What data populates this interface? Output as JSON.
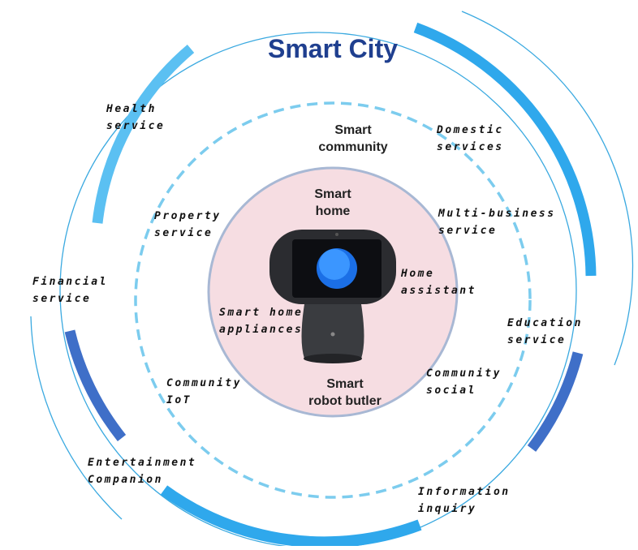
{
  "title": "Smart City",
  "zones": {
    "community": [
      "Smart",
      "community"
    ],
    "home": [
      "Smart",
      "home"
    ],
    "butler": [
      "Smart",
      "robot butler"
    ]
  },
  "services": {
    "health": [
      "Health",
      "service"
    ],
    "domestic": [
      "Domestic",
      "services"
    ],
    "property": [
      "Property",
      "service"
    ],
    "multi_business": [
      "Multi-business",
      "service"
    ],
    "home_assistant": [
      "Home",
      "assistant"
    ],
    "financial": [
      "Financial",
      "service"
    ],
    "appliances": [
      "Smart home",
      "appliances"
    ],
    "education": [
      "Education",
      "service"
    ],
    "community_iot": [
      "Community",
      "IoT"
    ],
    "community_social": [
      "Community",
      "social"
    ],
    "entertainment": [
      "Entertainment",
      "Companion"
    ],
    "information": [
      "Information",
      "inquiry"
    ]
  },
  "colors": {
    "title": "#1f3f8f",
    "ring_light": "#4fc3f0",
    "ring_dark": "#3f6fc8",
    "dashed_ring": "#7cccee",
    "center_fill": "#f6dde2",
    "center_border": "#a8b8d4",
    "thin_line": "#3aa9e0"
  }
}
